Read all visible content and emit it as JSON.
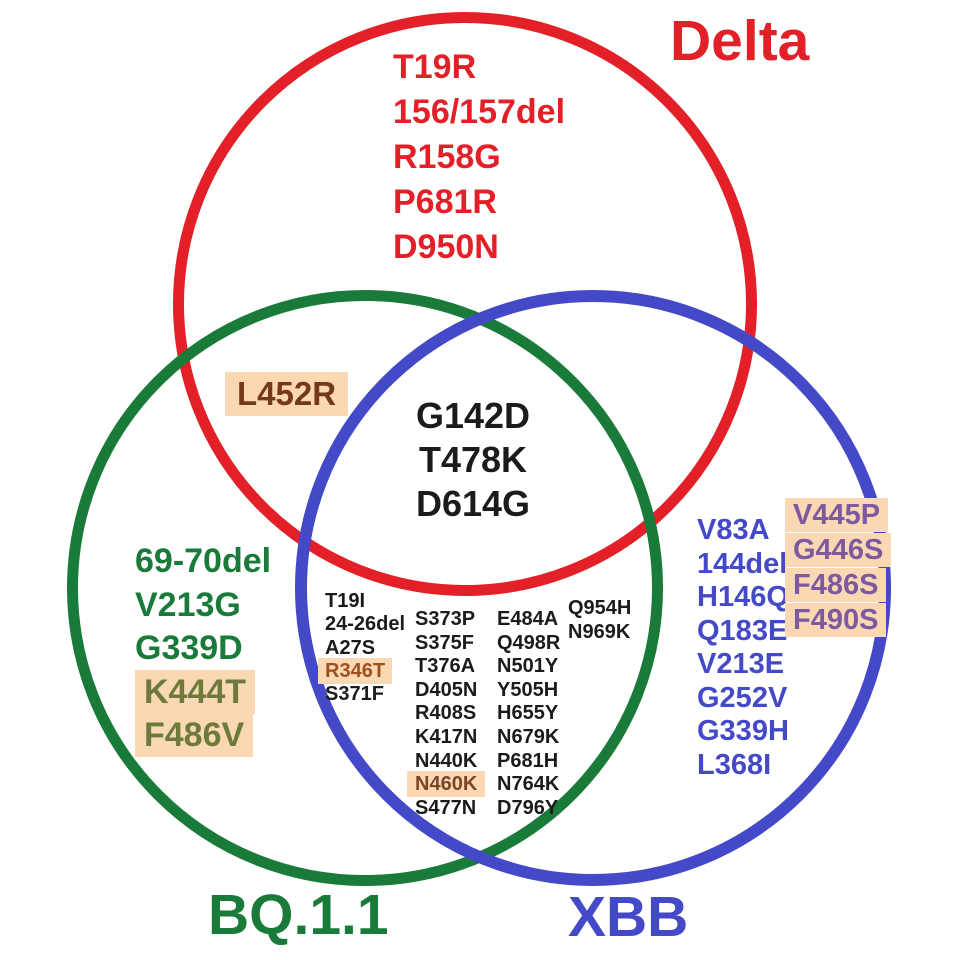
{
  "labels": {
    "delta": "Delta",
    "bq11": "BQ.1.1",
    "xbb": "XBB"
  },
  "colors": {
    "red": "#e32027",
    "green": "#1a7a3a",
    "blue": "#4449c8",
    "black": "#1b1b1b",
    "peach": "#fad8b4",
    "brown": "#74391c",
    "olive": "#6e7a3c",
    "rust": "#a04f1e",
    "darkbrown": "#7c4529",
    "purple": "#7d5aa0"
  },
  "regions": {
    "delta_only": {
      "items": [
        "T19R",
        "156/157del",
        "R158G",
        "P681R",
        "D950N"
      ]
    },
    "delta_bq11": {
      "items": [
        "L452R"
      ],
      "highlighted": [
        "L452R"
      ]
    },
    "all_three": {
      "items": [
        "G142D",
        "T478K",
        "D614G"
      ]
    },
    "bq11_only": {
      "items": [
        "69-70del",
        "V213G",
        "G339D",
        "K444T",
        "F486V"
      ],
      "highlighted": [
        "K444T",
        "F486V"
      ]
    },
    "bq11_xbb": {
      "col1": [
        "T19I",
        "24-26del",
        "A27S",
        "R346T",
        "S371F"
      ],
      "col2": [
        "S373P",
        "S375F",
        "T376A",
        "D405N",
        "R408S",
        "K417N",
        "N440K",
        "N460K",
        "S477N"
      ],
      "col3": [
        "E484A",
        "Q498R",
        "N501Y",
        "Y505H",
        "H655Y",
        "N679K",
        "P681H",
        "N764K",
        "D796Y"
      ],
      "col4": [
        "Q954H",
        "N969K"
      ],
      "highlighted": [
        "R346T",
        "N460K"
      ]
    },
    "xbb_only": {
      "plain": [
        "V83A",
        "144del",
        "H146Q",
        "Q183E",
        "V213E",
        "G252V",
        "G339H",
        "L368I"
      ],
      "highlighted": [
        "V445P",
        "G446S",
        "F486S",
        "F490S"
      ]
    }
  }
}
